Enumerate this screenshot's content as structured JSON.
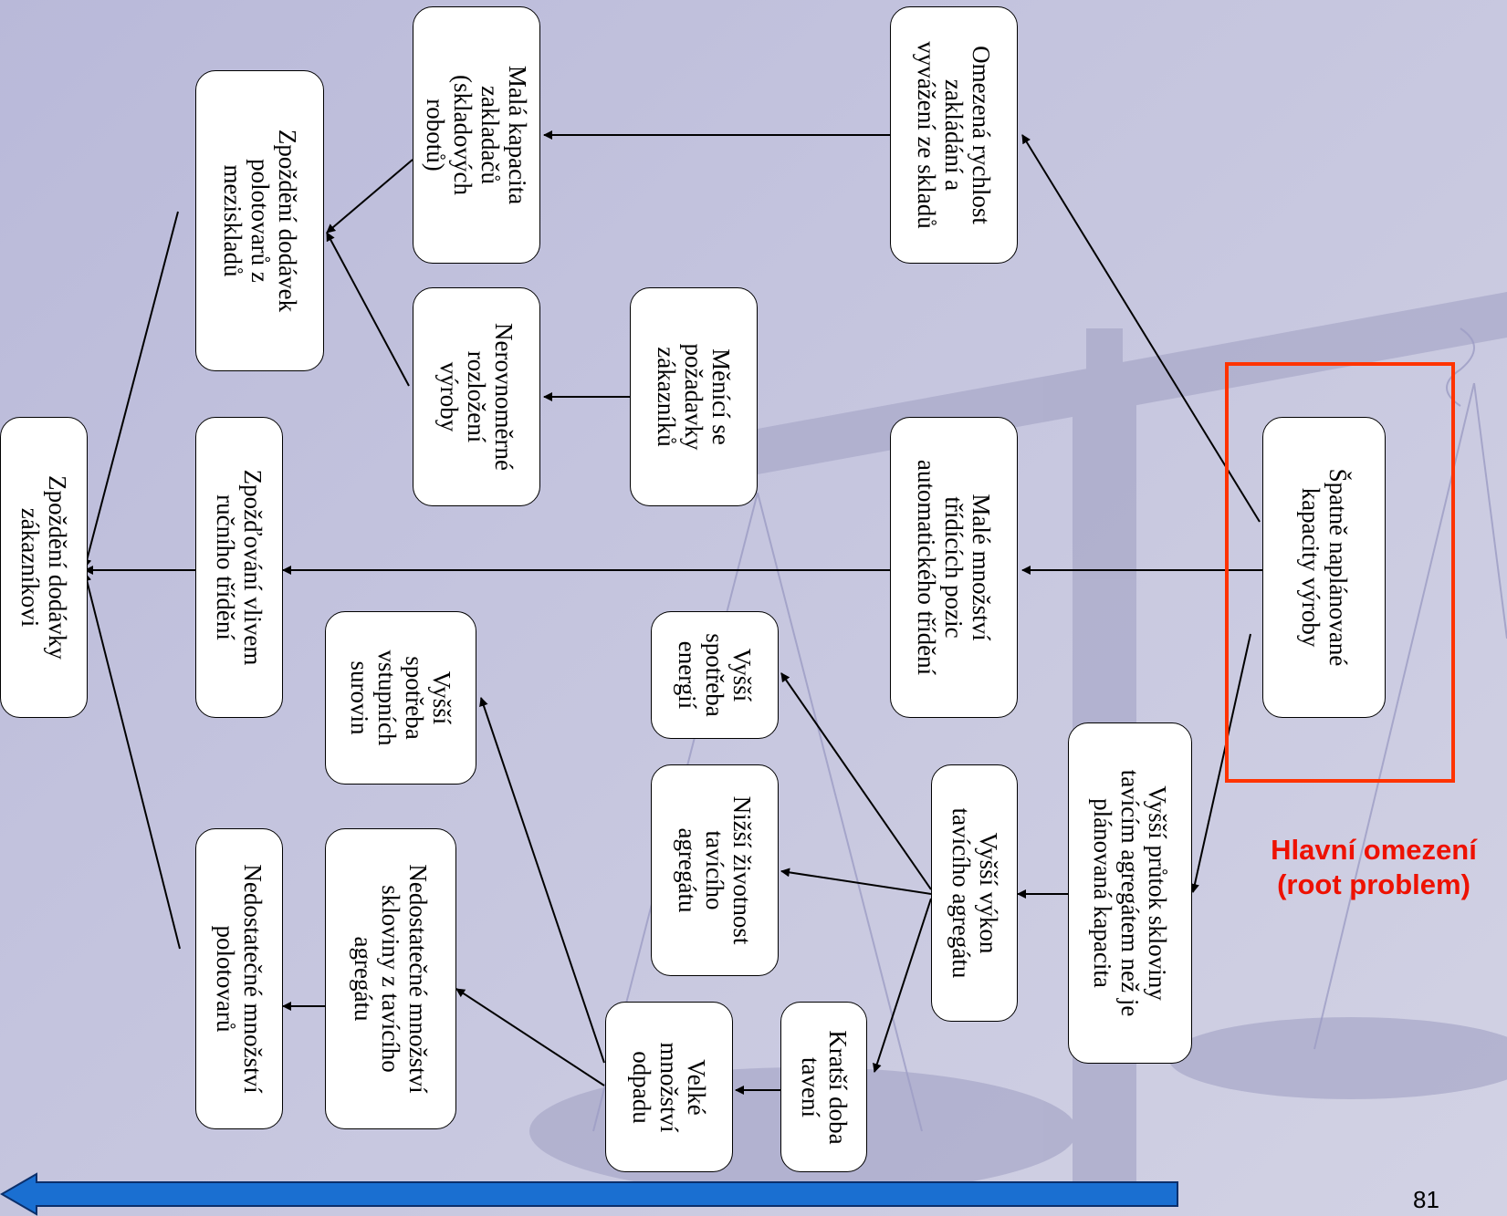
{
  "title_fragment": "",
  "page_number": "81",
  "root_label": "Hlavní omezení\n(root problem)",
  "colors": {
    "root_frame": "#ff3300",
    "root_label": "#ee1100",
    "arrow_fill": "#1a6fd1"
  },
  "nodes": {
    "spatne": "Špatně naplánované\nkapacity výroby",
    "omezena": "Omezená rychlost\nzakládání a\nvyvážení ze skladů",
    "mala_kap": "Malá kapacita\nzakladačů\n(skladových\nrobotů)",
    "zpozdeni_dodavek": "Zpoždění dodávek\npolotovarů z\nmeziskladů",
    "menici": "Měnící se\npožadavky\nzákazníků",
    "nerovnomerne": "Nerovnoměrné\nrozložení\nvýroby",
    "male_mnozstvi": "Malé množství\ntřídících pozic\nautomatického třídění",
    "zpozdovani": "Zpožďování vlivem\nručního třídění",
    "zpozdeni_zakaz": "Zpoždění dodávky\nzákazníkovi",
    "vyssi_pruttok": "Vyšší průtok skloviny\ntavícím agregátem než je\nplánovaná kapacita",
    "vyssi_vykon": "Vyšší výkon\ntavícího agregátu",
    "vyssi_energie": "Vyšší\nspotřeba\nenergií",
    "nizsi_zivotnost": "Nižší životnost\ntavícího\nagregátu",
    "kratsi_doba": "Kratší doba\ntavení",
    "velke_odpadu": "Velké\nmnožství\nodpadu",
    "vyssi_surovin": "Vyšší\nspotřeba\nvstupních\nsurovin",
    "nedost_skloviny": "Nedostatečné množství\nskloviny z tavícího\nagregátu",
    "nedost_polotovaru": "Nedostatečné množství\npolotovarů"
  }
}
